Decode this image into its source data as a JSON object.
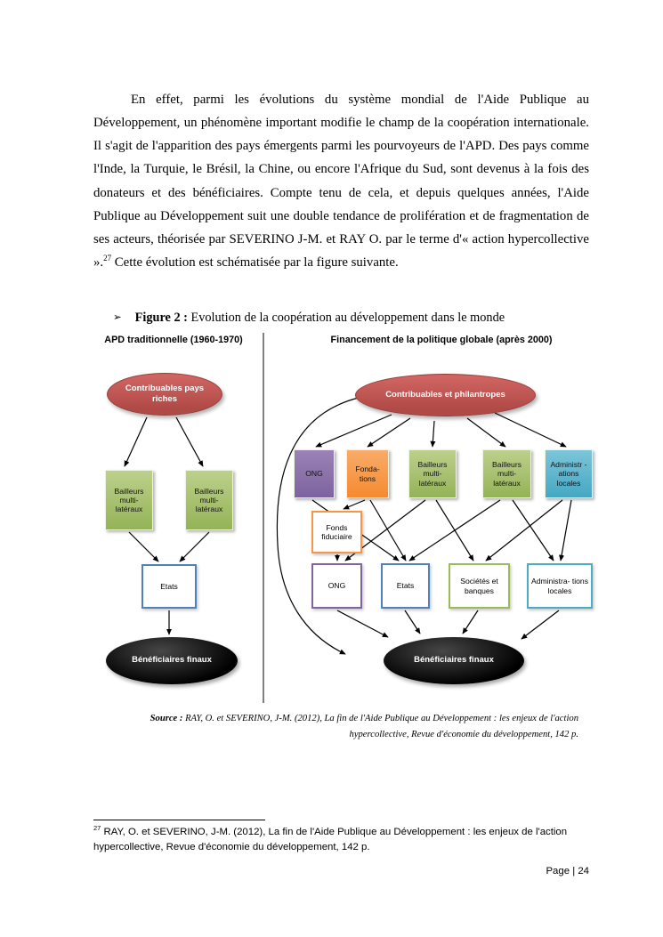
{
  "paragraph": {
    "part1": "En effet, parmi les évolutions du système mondial de l'Aide Publique au Développement, un phénomène important modifie le champ de la coopération internationale. Il s'agit de l'apparition des pays émergents parmi les pourvoyeurs de l'APD. Des pays comme l'Inde, la Turquie, le Brésil, la Chine, ou encore l'Afrique du Sud, sont devenus à la fois des donateurs et des bénéficiaires. Compte tenu de cela, et depuis quelques années, l'Aide Publique au Développement suit une double tendance de prolifération et de fragmentation de ses acteurs, théorisée par SEVERINO J-M. et RAY O. par le terme d'« action hypercollective ».",
    "footnote_ref": "27",
    "part2": " Cette évolution est schématisée par la figure suivante."
  },
  "figure_caption": {
    "bullet": "➢",
    "label": "Figure 2 :",
    "text": " Evolution de la coopération au développement dans le monde"
  },
  "figure": {
    "left": {
      "title": "APD traditionnelle  (1960-1970)",
      "contributors": "Contribuables pays riches",
      "bailleurs1": "Bailleurs multi- latéraux",
      "bailleurs2": "Bailleurs multi- latéraux",
      "etats": "Etats",
      "beneficiaries": "Bénéficiaires finaux"
    },
    "right": {
      "title": "Financement de la politique globale (après 2000)",
      "contributors": "Contribuables et philantropes",
      "row1": [
        "ONG",
        "Fonda- tions",
        "Bailleurs multi- latéraux",
        "Bailleurs multi- latéraux",
        "Administr -ations locales"
      ],
      "fonds": "Fonds fiduciaire",
      "row2": [
        "ONG",
        "Etats",
        "Sociétés et banques",
        "Administra- tions locales"
      ],
      "beneficiaries": "Bénéficiaires finaux"
    },
    "colors": {
      "red_ellipse": "#b04a47",
      "black_ellipse": "#000000",
      "green": "#9bbb59",
      "purple": "#8064a2",
      "orange": "#f79646",
      "teal": "#4bacc6",
      "blue": "#4f81bd"
    }
  },
  "source": {
    "label": "Source :",
    "text": " RAY, O. et SEVERINO, J-M. (2012), La fin de l'Aide Publique au Développement : les enjeux de l'action hypercollective, Revue d'économie du développement, 142 p."
  },
  "footnote": {
    "ref": "27",
    "text": " RAY, O. et SEVERINO, J-M. (2012), La fin de l'Aide Publique au Développement : les enjeux de l'action hypercollective, Revue d'économie du développement, 142 p."
  },
  "page": {
    "footer": "Page | 24"
  }
}
